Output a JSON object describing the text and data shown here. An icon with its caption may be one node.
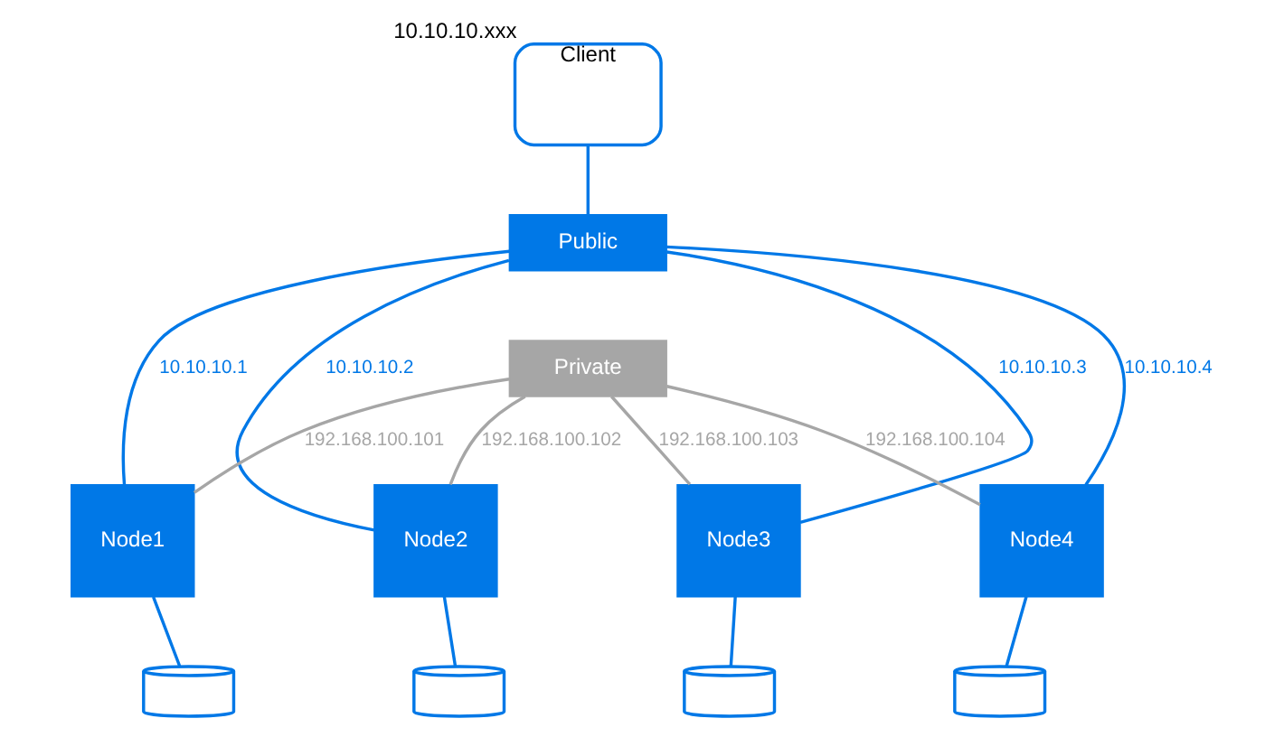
{
  "diagram": {
    "nodes": [
      {
        "text": [
          "Client"
        ],
        "beside": [
          "10.10.10.xxx"
        ]
      },
      {
        "text": [
          "Public"
        ]
      },
      {
        "text": [
          "Private"
        ]
      },
      {
        "text": [
          "Node1"
        ]
      },
      {
        "text": [
          "Node2"
        ]
      },
      {
        "text": [
          "Node3"
        ]
      },
      {
        "text": [
          "Node4"
        ]
      },
      {
        "text": [],
        "shape": "cylinder"
      },
      {
        "text": [],
        "shape": "cylinder"
      },
      {
        "text": [],
        "shape": "cylinder"
      },
      {
        "text": [],
        "shape": "cylinder"
      }
    ],
    "edges": [
      {
        "from": 0,
        "to": 1,
        "arrow": "none"
      },
      {
        "from": 3,
        "to": 1,
        "arrow": "none",
        "label": "10.10.10.1"
      },
      {
        "from": 4,
        "to": 1,
        "arrow": "none",
        "label": "10.10.10.2"
      },
      {
        "from": 5,
        "to": 1,
        "arrow": "none",
        "label": "10.10.10.3"
      },
      {
        "from": 6,
        "to": 1,
        "arrow": "none",
        "label": "10.10.10.4"
      },
      {
        "from": 3,
        "to": 2,
        "arrow": "none",
        "label": "192.168.100.101",
        "color": "#a6a6a6"
      },
      {
        "from": 4,
        "to": 2,
        "arrow": "none",
        "label": "192.168.100.102",
        "color": "#a6a6a6"
      },
      {
        "from": 5,
        "to": 2,
        "arrow": "none",
        "label": "192.168.100.103",
        "color": "#a6a6a6"
      },
      {
        "from": 6,
        "to": 2,
        "arrow": "none",
        "label": "192.168.100.104",
        "color": "#a6a6a6"
      },
      {
        "from": 3,
        "to": 7,
        "arrow": "none"
      },
      {
        "from": 4,
        "to": 8,
        "arrow": "none"
      },
      {
        "from": 5,
        "to": 9,
        "arrow": "none"
      },
      {
        "from": 6,
        "to": 10,
        "arrow": "none"
      }
    ]
  }
}
